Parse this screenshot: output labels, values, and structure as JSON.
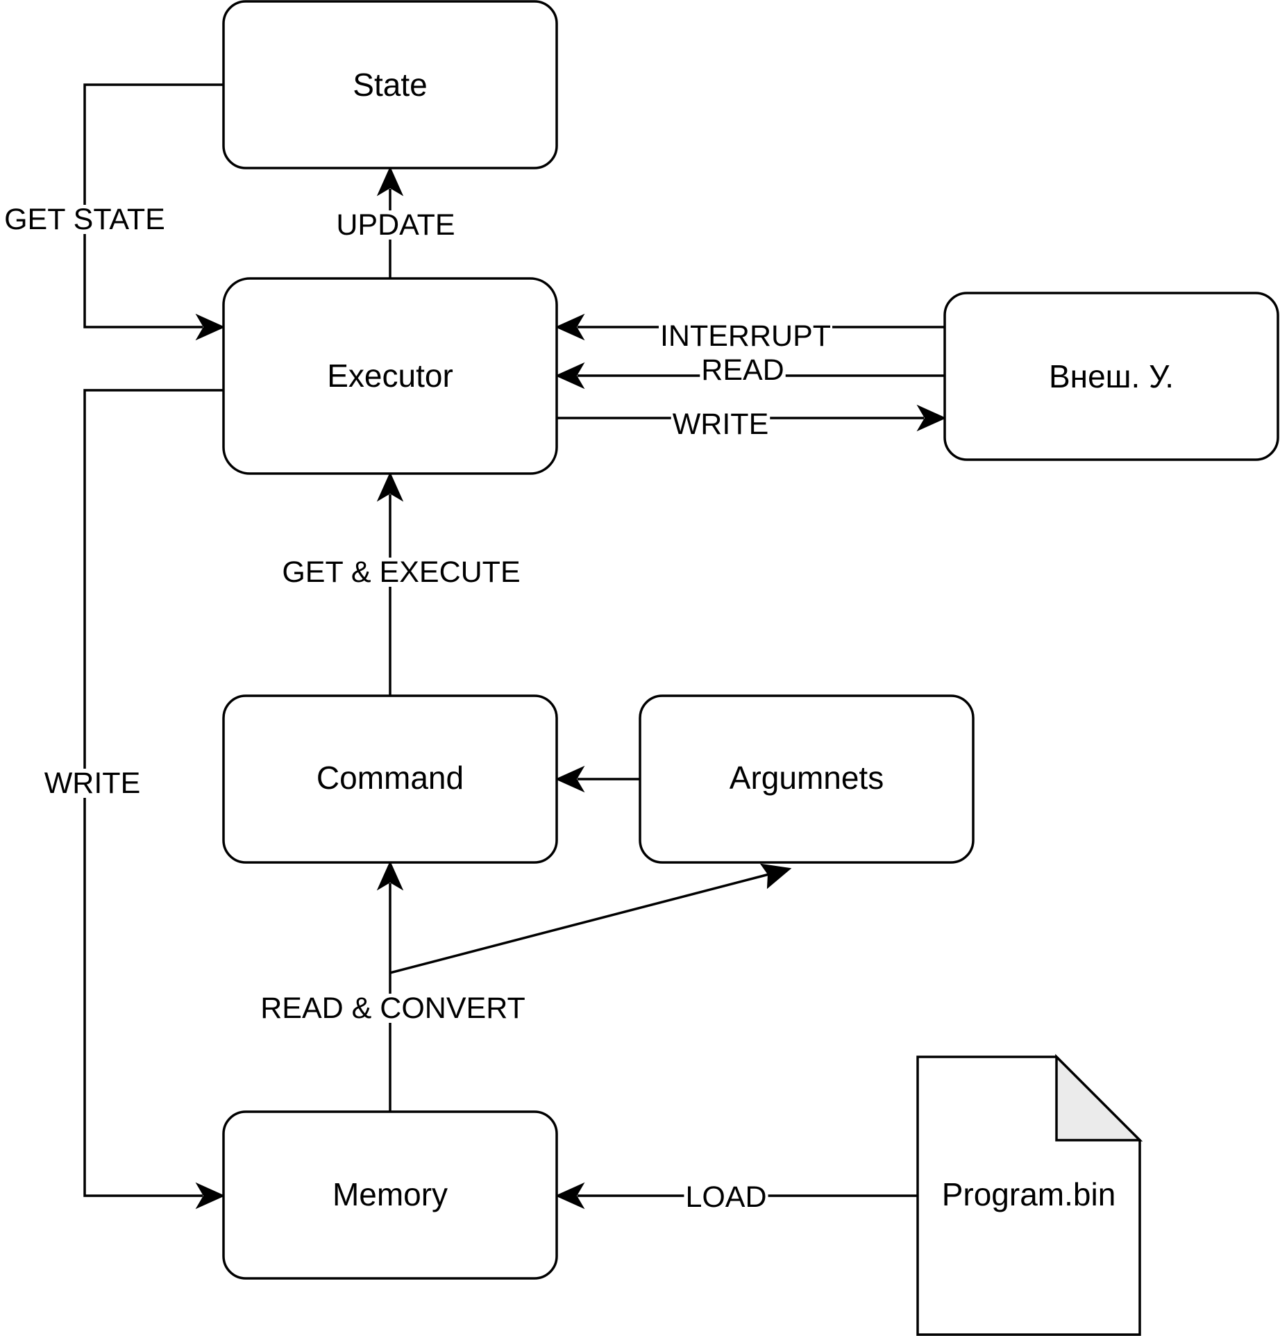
{
  "nodes": {
    "state": "State",
    "executor": "Executor",
    "external": "Внеш. У.",
    "command": "Command",
    "arguments": "Argumnets",
    "memory": "Memory",
    "program": "Program.bin"
  },
  "edges": {
    "get_state": "GET STATE",
    "update": "UPDATE",
    "interrupt": "INTERRUPT",
    "read": "READ",
    "write_external": "WRITE",
    "get_execute": "GET & EXECUTE",
    "write_memory": "WRITE",
    "read_convert": "READ & CONVERT",
    "load": "LOAD"
  }
}
